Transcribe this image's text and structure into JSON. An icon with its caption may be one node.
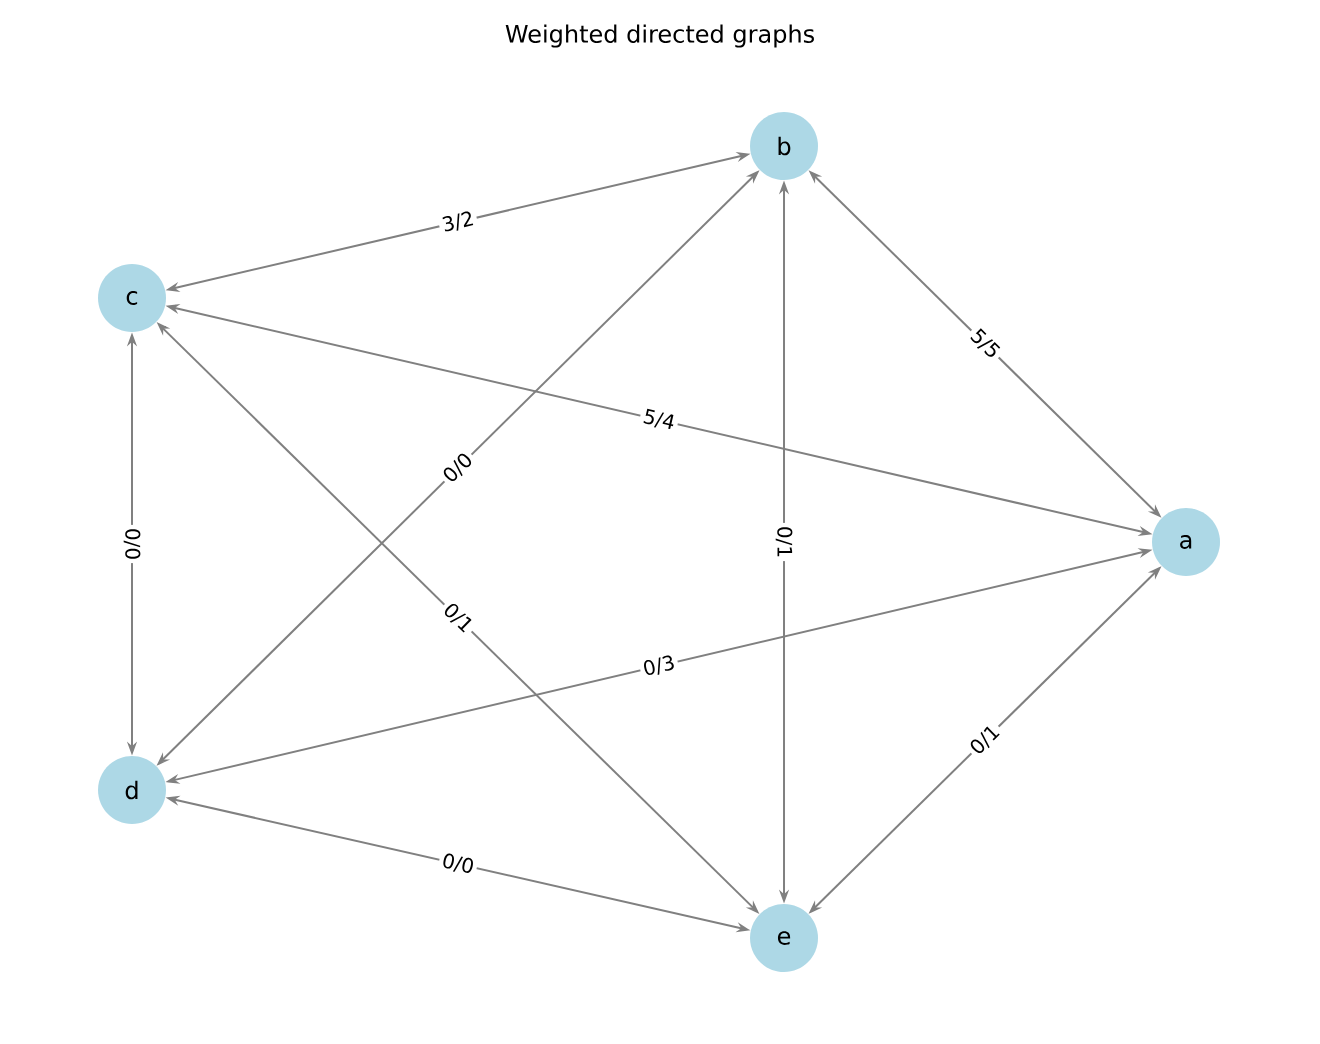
{
  "diagram": {
    "title": "Weighted directed graphs",
    "nodes": [
      {
        "text": [
          "b"
        ]
      },
      {
        "text": [
          "c"
        ]
      },
      {
        "text": [
          "a"
        ]
      },
      {
        "text": [
          "d"
        ]
      },
      {
        "text": [
          "e"
        ]
      }
    ],
    "edges": [
      {
        "from": 1,
        "to": 0,
        "arrow": "both",
        "label": "3/2"
      },
      {
        "from": 0,
        "to": 2,
        "arrow": "both",
        "label": "5/5"
      },
      {
        "from": 1,
        "to": 2,
        "arrow": "both",
        "label": "5/4"
      },
      {
        "from": 1,
        "to": 3,
        "arrow": "both",
        "label": "0/0"
      },
      {
        "from": 0,
        "to": 3,
        "arrow": "both",
        "label": "0/0"
      },
      {
        "from": 1,
        "to": 4,
        "arrow": "both",
        "label": "0/1"
      },
      {
        "from": 0,
        "to": 4,
        "arrow": "both",
        "label": "0/1"
      },
      {
        "from": 2,
        "to": 3,
        "arrow": "both",
        "label": "0/3"
      },
      {
        "from": 3,
        "to": 4,
        "arrow": "both",
        "label": "0/0"
      },
      {
        "from": 2,
        "to": 4,
        "arrow": "both",
        "label": "0/1"
      }
    ]
  }
}
